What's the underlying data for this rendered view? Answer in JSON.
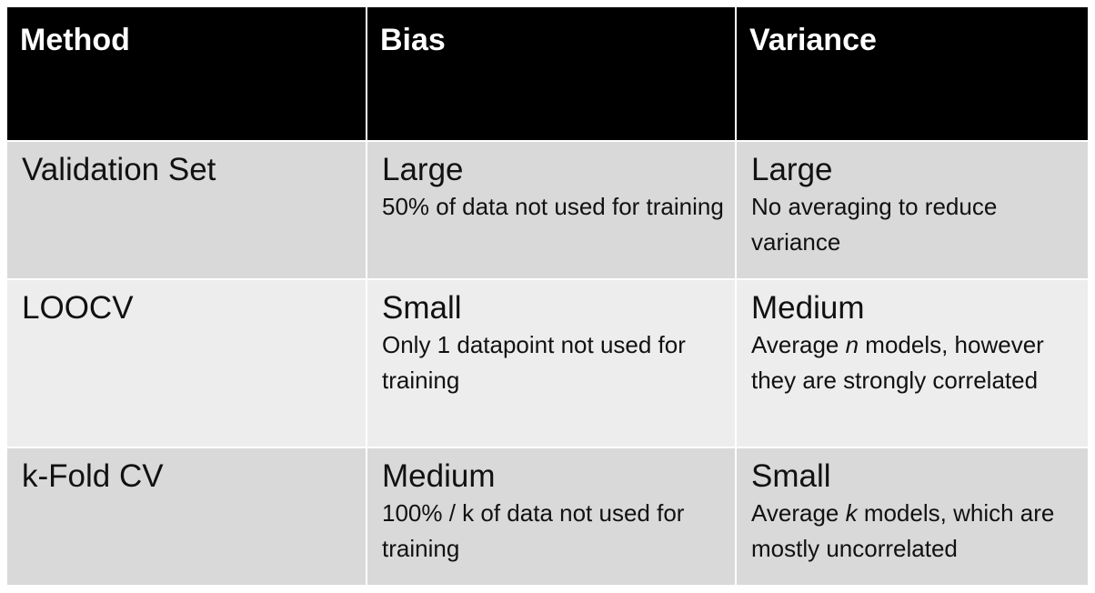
{
  "headers": {
    "method": "Method",
    "bias": "Bias",
    "variance": "Variance"
  },
  "rows": [
    {
      "method": "Validation Set",
      "bias_main": "Large",
      "bias_desc": "50% of data not used for training",
      "variance_main": "Large",
      "variance_desc": "No averaging to reduce variance"
    },
    {
      "method": "LOOCV",
      "bias_main": "Small",
      "bias_desc": "Only 1 datapoint not used for training",
      "variance_main": "Medium",
      "variance_desc_pre": "Average ",
      "variance_desc_em": "n",
      "variance_desc_post": " models, however they are strongly correlated"
    },
    {
      "method": "k-Fold CV",
      "bias_main": "Medium",
      "bias_desc": "100% / k of data not used for training",
      "variance_main": "Small",
      "variance_desc_pre": "Average ",
      "variance_desc_em": "k",
      "variance_desc_post": " models, which are mostly uncorrelated"
    }
  ],
  "colors": {
    "header_bg": "#000000",
    "header_text": "#ffffff",
    "row_dark": "#d9d9d9",
    "row_light": "#ededed"
  }
}
